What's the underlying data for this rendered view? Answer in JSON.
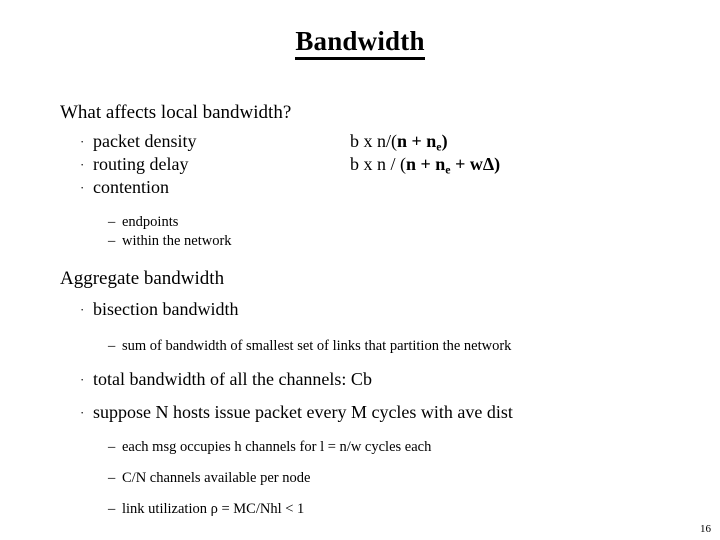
{
  "slide": {
    "title": "Bandwidth",
    "page_number": "16",
    "sections": [
      {
        "heading": "What affects local bandwidth?",
        "bullets": [
          {
            "label": "packet density",
            "bullet_glyph": "·",
            "formula_plain": "b x n/(n + ne)"
          },
          {
            "label": "routing delay",
            "bullet_glyph": "·",
            "formula_plain": "b x n / (n + ne + wΔ)"
          },
          {
            "label": "contention",
            "bullet_glyph": "·",
            "formula_plain": ""
          }
        ],
        "sub_bullets": [
          {
            "dash": "–",
            "text": "endpoints"
          },
          {
            "dash": "–",
            "text": "within the network"
          }
        ]
      },
      {
        "heading": "Aggregate bandwidth",
        "bullets": [
          {
            "label": "bisection bandwidth",
            "bullet_glyph": "·"
          },
          {
            "label": "total bandwidth of all the channels: Cb",
            "bullet_glyph": "·"
          },
          {
            "label": "suppose N hosts issue packet every M cycles with ave dist",
            "bullet_glyph": "·"
          }
        ],
        "sub_bullets": [
          {
            "dash": "–",
            "text": "sum of bandwidth of smallest set of links that partition the network"
          },
          {
            "dash": "–",
            "text": "each msg occupies h channels for l = n/w cycles each"
          },
          {
            "dash": "–",
            "text": "C/N channels available per node"
          },
          {
            "dash": "–",
            "text": "link utilization ρ = MC/Nhl < 1"
          }
        ]
      }
    ],
    "formula_parts": {
      "f1_pre": "b x n/(",
      "f1_n1": "n",
      "f1_plus": " + ",
      "f1_n2": "n",
      "f1_sub": "e",
      "f1_close": ")",
      "f2_pre": "b x n / (",
      "f2_n1": "n",
      "f2_plus1": " + ",
      "f2_n2": "n",
      "f2_sub": "e",
      "f2_plus2": " + ",
      "f2_wd": "wΔ",
      "f2_close": ")"
    }
  }
}
